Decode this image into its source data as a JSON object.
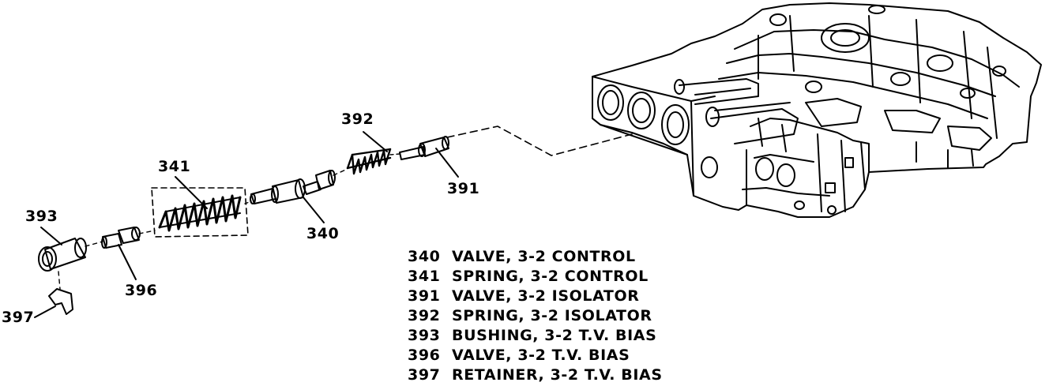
{
  "colors": {
    "ink": "#000000",
    "paper": "#ffffff"
  },
  "callouts": {
    "c340": "340",
    "c341": "341",
    "c391": "391",
    "c392": "392",
    "c393": "393",
    "c396": "396",
    "c397": "397"
  },
  "legend": [
    {
      "num": "340",
      "desc": "VALVE, 3-2 CONTROL"
    },
    {
      "num": "341",
      "desc": "SPRING, 3-2 CONTROL"
    },
    {
      "num": "391",
      "desc": "VALVE, 3-2 ISOLATOR"
    },
    {
      "num": "392",
      "desc": "SPRING, 3-2 ISOLATOR"
    },
    {
      "num": "393",
      "desc": "BUSHING, 3-2 T.V. BIAS"
    },
    {
      "num": "396",
      "desc": "VALVE, 3-2 T.V. BIAS"
    },
    {
      "num": "397",
      "desc": "RETAINER, 3-2 T.V. BIAS"
    }
  ]
}
